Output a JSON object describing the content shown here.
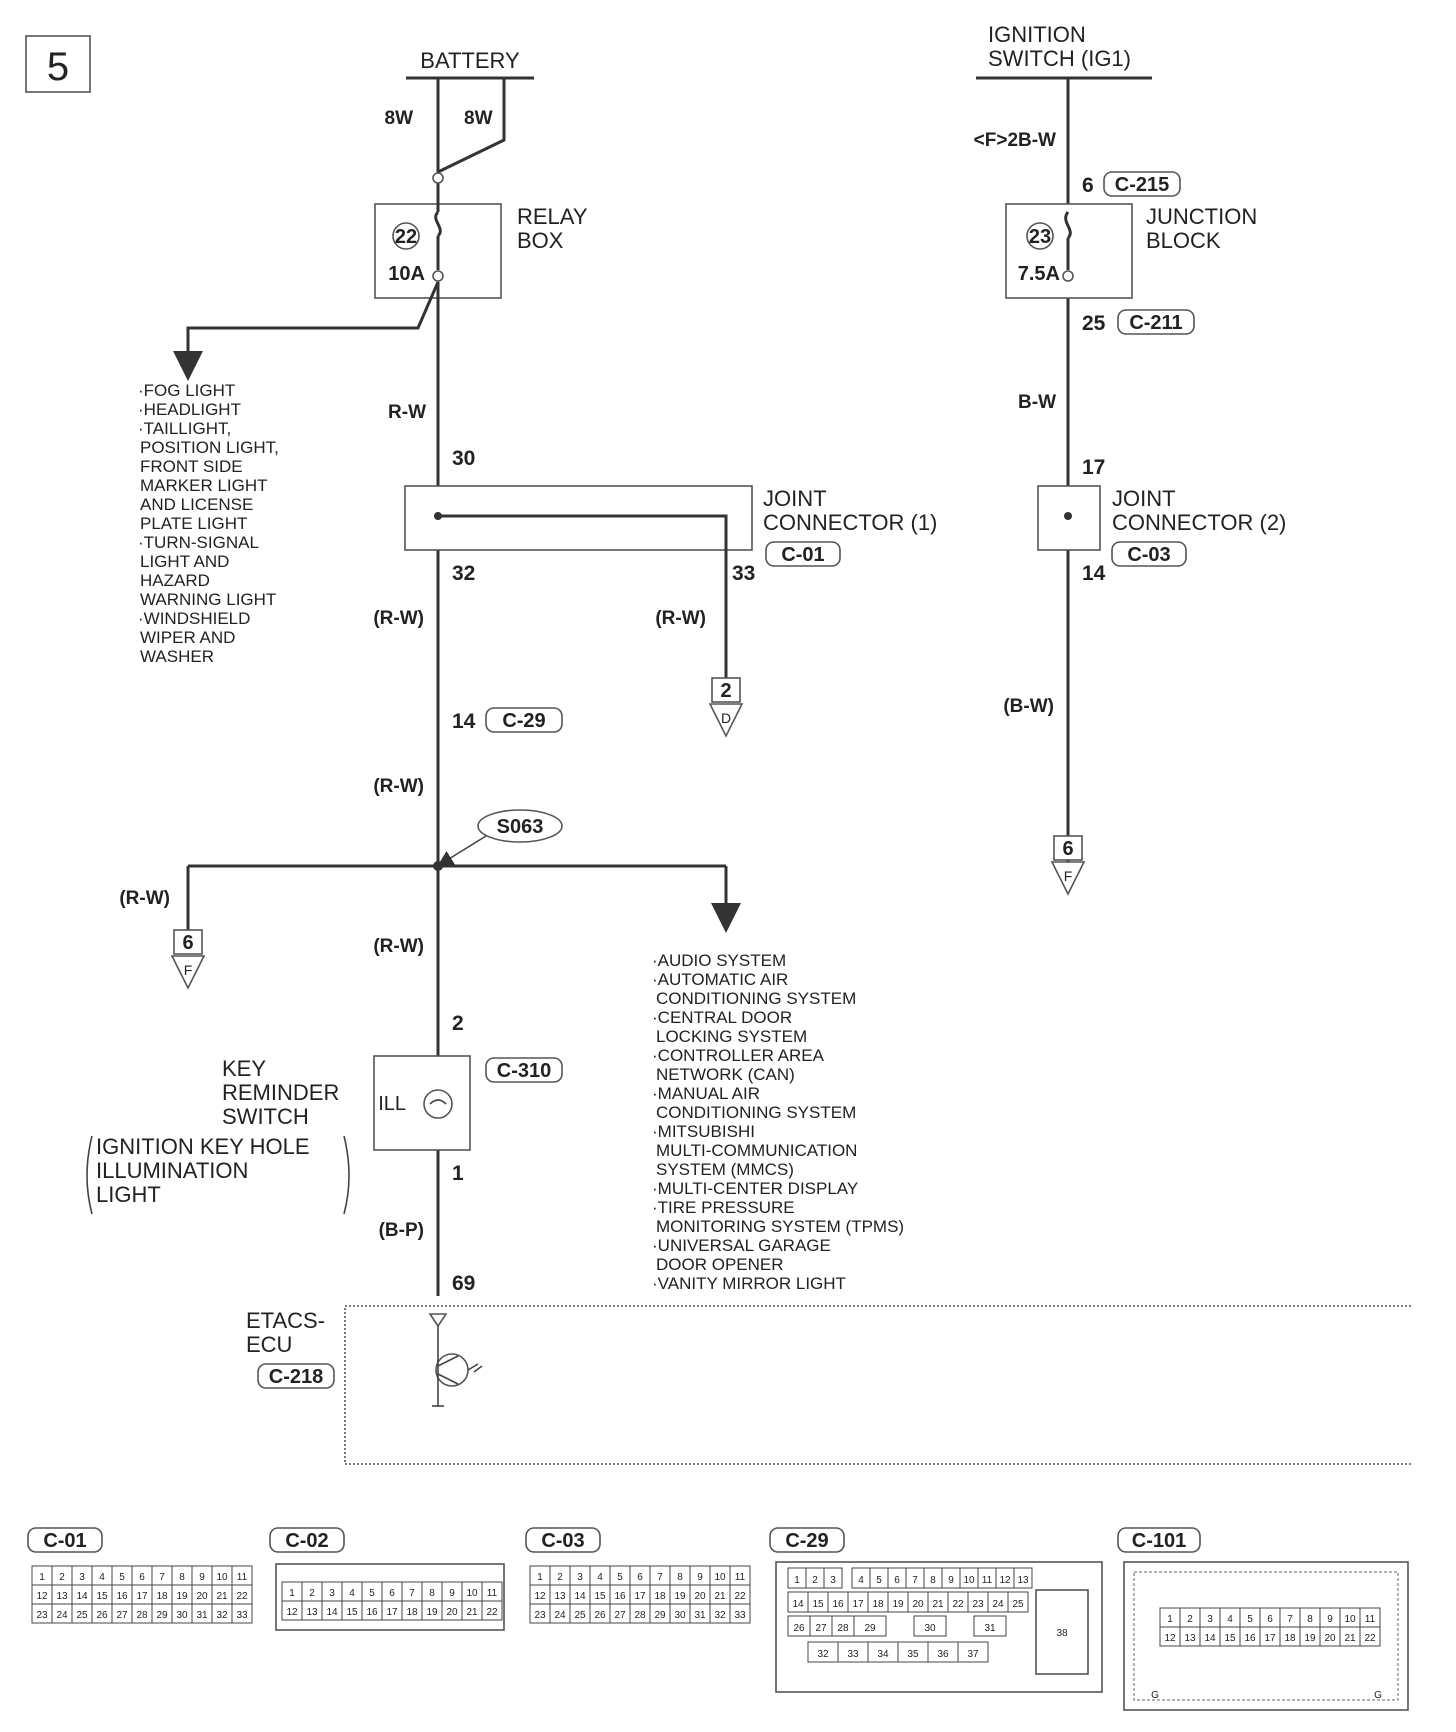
{
  "page_number": "5",
  "sources": {
    "battery": "BATTERY",
    "ignition_switch": [
      "IGNITION",
      "SWITCH (IG1)"
    ]
  },
  "wires": {
    "battery_w1": "8W",
    "battery_w2": "8W",
    "ig_feed": "<F>2B-W",
    "rw1": "R-W",
    "rw_paren": "(R-W)",
    "bw": "B-W",
    "bw_paren": "(B-W)",
    "bp_paren": "(B-P)"
  },
  "relay_box": {
    "name": [
      "RELAY",
      "BOX"
    ],
    "fuse_no": "22",
    "fuse_rating": "10A"
  },
  "junction_block": {
    "name": [
      "JUNCTION",
      "BLOCK"
    ],
    "fuse_no": "23",
    "fuse_rating": "7.5A",
    "pin_in": "6",
    "conn_in": "C-215",
    "pin_out": "25",
    "conn_out": "C-211"
  },
  "fog_list": [
    "·FOG LIGHT",
    "·HEADLIGHT",
    "·TAILLIGHT,",
    "POSITION LIGHT,",
    "FRONT SIDE",
    "MARKER LIGHT",
    "AND LICENSE",
    "PLATE LIGHT",
    "·TURN-SIGNAL",
    "LIGHT AND",
    "HAZARD",
    "WARNING LIGHT",
    "·WINDSHIELD",
    "WIPER AND",
    "WASHER"
  ],
  "joint1": {
    "name": [
      "JOINT",
      "CONNECTOR (1)"
    ],
    "connector": "C-01",
    "pin_in": "30",
    "pin_out": "32",
    "pin_branch": "33"
  },
  "joint2": {
    "name": [
      "JOINT",
      "CONNECTOR (2)"
    ],
    "connector": "C-03",
    "pin_in": "17",
    "pin_out": "14"
  },
  "c29": {
    "pin": "14",
    "connector": "C-29"
  },
  "splice": "S063",
  "refs": {
    "d2_num": "2",
    "d2_let": "D",
    "f6_left_num": "6",
    "f6_left_let": "F",
    "f6_right_num": "6",
    "f6_right_let": "F"
  },
  "system_list": [
    "·AUDIO SYSTEM",
    "·AUTOMATIC AIR",
    "CONDITIONING SYSTEM",
    "·CENTRAL DOOR",
    "LOCKING SYSTEM",
    "·CONTROLLER AREA",
    "NETWORK (CAN)",
    "·MANUAL AIR",
    "CONDITIONING SYSTEM",
    "·MITSUBISHI",
    "MULTI-COMMUNICATION",
    "SYSTEM (MMCS)",
    "·MULTI-CENTER DISPLAY",
    "·TIRE PRESSURE",
    "MONITORING SYSTEM (TPMS)",
    "·UNIVERSAL GARAGE",
    "DOOR OPENER",
    "·VANITY MIRROR LIGHT"
  ],
  "key_switch": {
    "name": [
      "KEY",
      "REMINDER",
      "SWITCH"
    ],
    "sub": [
      "IGNITION KEY HOLE",
      "ILLUMINATION",
      "LIGHT"
    ],
    "ill": "ILL",
    "connector": "C-310",
    "pin_in": "2",
    "pin_out": "1"
  },
  "etacs": {
    "name": [
      "ETACS-",
      "ECU"
    ],
    "connector": "C-218",
    "pin": "69"
  },
  "connector_views": {
    "c01": {
      "label": "C-01",
      "rows": [
        [
          "1",
          "2",
          "3",
          "4",
          "5",
          "6",
          "7",
          "8",
          "9",
          "10",
          "11"
        ],
        [
          "12",
          "13",
          "14",
          "15",
          "16",
          "17",
          "18",
          "19",
          "20",
          "21",
          "22"
        ],
        [
          "23",
          "24",
          "25",
          "26",
          "27",
          "28",
          "29",
          "30",
          "31",
          "32",
          "33"
        ]
      ]
    },
    "c02": {
      "label": "C-02",
      "rows": [
        [
          "1",
          "2",
          "3",
          "4",
          "5",
          "6",
          "7",
          "8",
          "9",
          "10",
          "11"
        ],
        [
          "12",
          "13",
          "14",
          "15",
          "16",
          "17",
          "18",
          "19",
          "20",
          "21",
          "22"
        ]
      ]
    },
    "c03": {
      "label": "C-03",
      "rows": [
        [
          "1",
          "2",
          "3",
          "4",
          "5",
          "6",
          "7",
          "8",
          "9",
          "10",
          "11"
        ],
        [
          "12",
          "13",
          "14",
          "15",
          "16",
          "17",
          "18",
          "19",
          "20",
          "21",
          "22"
        ],
        [
          "23",
          "24",
          "25",
          "26",
          "27",
          "28",
          "29",
          "30",
          "31",
          "32",
          "33"
        ]
      ]
    },
    "c29": {
      "label": "C-29",
      "row1": [
        "1",
        "2",
        "3",
        "4",
        "5",
        "6",
        "7",
        "8",
        "9",
        "10",
        "11",
        "12",
        "13"
      ],
      "row2": [
        "14",
        "15",
        "16",
        "17",
        "18",
        "19",
        "20",
        "21",
        "22",
        "23",
        "24",
        "25"
      ],
      "row3": [
        "26",
        "27",
        "28",
        "29",
        "30",
        "31"
      ],
      "row4": [
        "32",
        "33",
        "34",
        "35",
        "36",
        "37"
      ],
      "big": "38"
    },
    "c101": {
      "label": "C-101",
      "rows": [
        [
          "1",
          "2",
          "3",
          "4",
          "5",
          "6",
          "7",
          "8",
          "9",
          "10",
          "11"
        ],
        [
          "12",
          "13",
          "14",
          "15",
          "16",
          "17",
          "18",
          "19",
          "20",
          "21",
          "22"
        ]
      ],
      "corner": "G"
    }
  }
}
